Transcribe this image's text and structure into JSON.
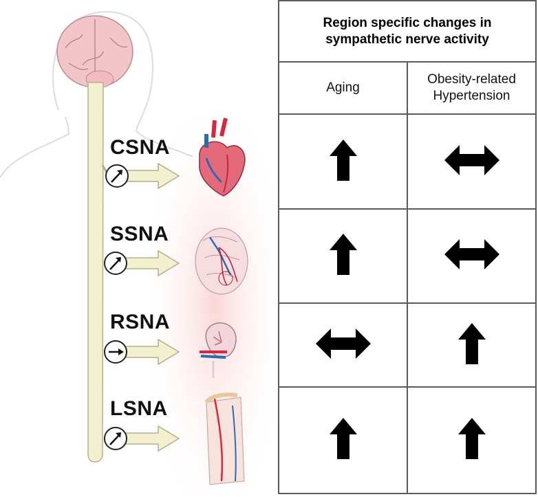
{
  "nerves": [
    {
      "label": "CSNA",
      "organ": "heart",
      "arrow": "increase"
    },
    {
      "label": "SSNA",
      "organ": "intestines",
      "arrow": "increase"
    },
    {
      "label": "RSNA",
      "organ": "kidney",
      "arrow": "no-change"
    },
    {
      "label": "LSNA",
      "organ": "leg",
      "arrow": "increase"
    }
  ],
  "table": {
    "title": "Region specific changes in sympathetic nerve activity",
    "columns": [
      "Aging",
      "Obesity-related Hypertension"
    ],
    "rows": [
      {
        "aging": "increase",
        "obesity": "no-change"
      },
      {
        "aging": "increase",
        "obesity": "no-change"
      },
      {
        "aging": "no-change",
        "obesity": "increase"
      },
      {
        "aging": "increase",
        "obesity": "increase"
      }
    ]
  },
  "colors": {
    "spinal_cord": "#f3f0cf",
    "brain": "#f2c5c8",
    "table_border": "#5a5a5a",
    "artery": "#d8263a",
    "vein": "#2b6bb4"
  }
}
